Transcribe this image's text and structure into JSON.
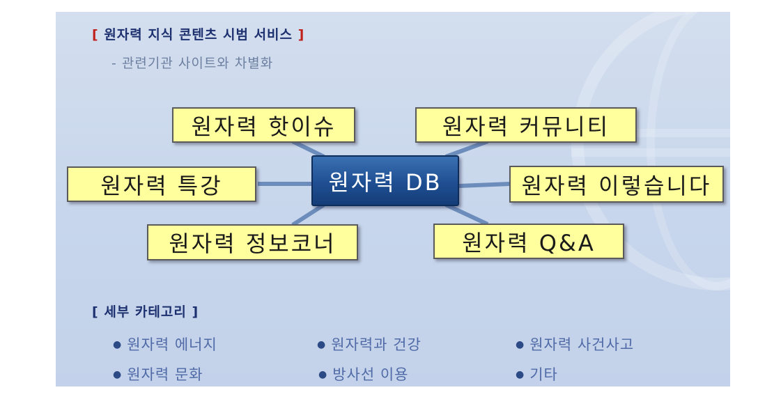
{
  "title": {
    "open": "[",
    "text": "원자력 지식 콘텐츠 시범 서비스",
    "close": "]"
  },
  "subtitle": "- 관련기관 사이트와 차별화",
  "diagram": {
    "center": "원자력 DB",
    "nodes": [
      {
        "id": "hot-issue",
        "label": "원자력 핫이슈"
      },
      {
        "id": "community",
        "label": "원자력 커뮤니티"
      },
      {
        "id": "lecture",
        "label": "원자력 특강"
      },
      {
        "id": "like-this",
        "label": "원자력 이렇습니다"
      },
      {
        "id": "info-corner",
        "label": "원자력 정보코너"
      },
      {
        "id": "qa",
        "label": "원자력 Q&A"
      }
    ],
    "colors": {
      "node_fill": "#ffff9d",
      "center_fill": "#1f4f92",
      "connector": "#6c8dbb",
      "title": "#1c2f6e",
      "bracket": "#c0201a"
    }
  },
  "categories": {
    "heading_open": "[",
    "heading": "세부 카테고리",
    "heading_close": "]",
    "bullet": "●",
    "items": [
      "원자력 에너지",
      "원자력과 건강",
      "원자력 사건사고",
      "원자력 문화",
      "방사선 이용",
      "기타"
    ]
  }
}
